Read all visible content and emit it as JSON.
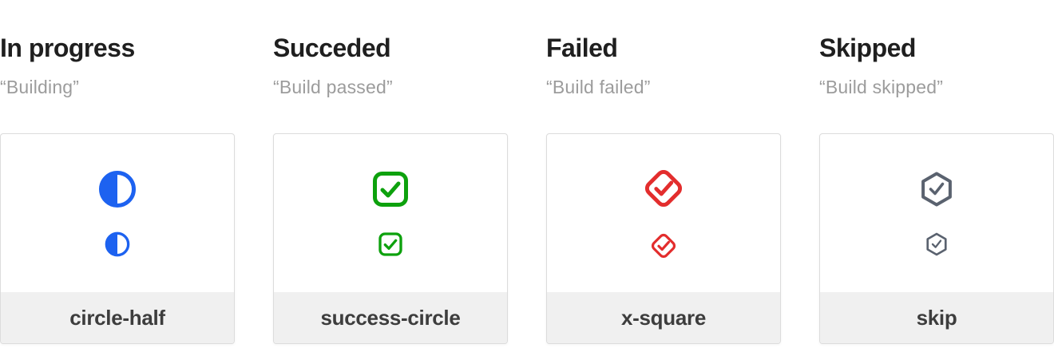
{
  "page": {
    "background": "#ffffff",
    "card_background": "#ffffff",
    "card_border_color": "#dcdcdc",
    "card_footer_background": "#f0f0f0",
    "title_color": "#1f1f1f",
    "subtitle_color": "#9c9c9c",
    "footer_label_color": "#3d3d3d"
  },
  "columns": [
    {
      "title": "In progress",
      "subtitle": "“Building”",
      "label": "circle-half",
      "icon": "circle-half-icon",
      "icon_color": "#1D62F0"
    },
    {
      "title": "Succeded",
      "subtitle": "“Build passed”",
      "label": "success-circle",
      "icon": "check-square-icon",
      "icon_color": "#0DA10D"
    },
    {
      "title": "Failed",
      "subtitle": "“Build failed”",
      "label": "x-square",
      "icon": "check-diamond-icon",
      "icon_color": "#E32D2D"
    },
    {
      "title": "Skipped",
      "subtitle": "“Build skipped”",
      "label": "skip",
      "icon": "check-hexagon-icon",
      "icon_color": "#5A626F"
    }
  ]
}
